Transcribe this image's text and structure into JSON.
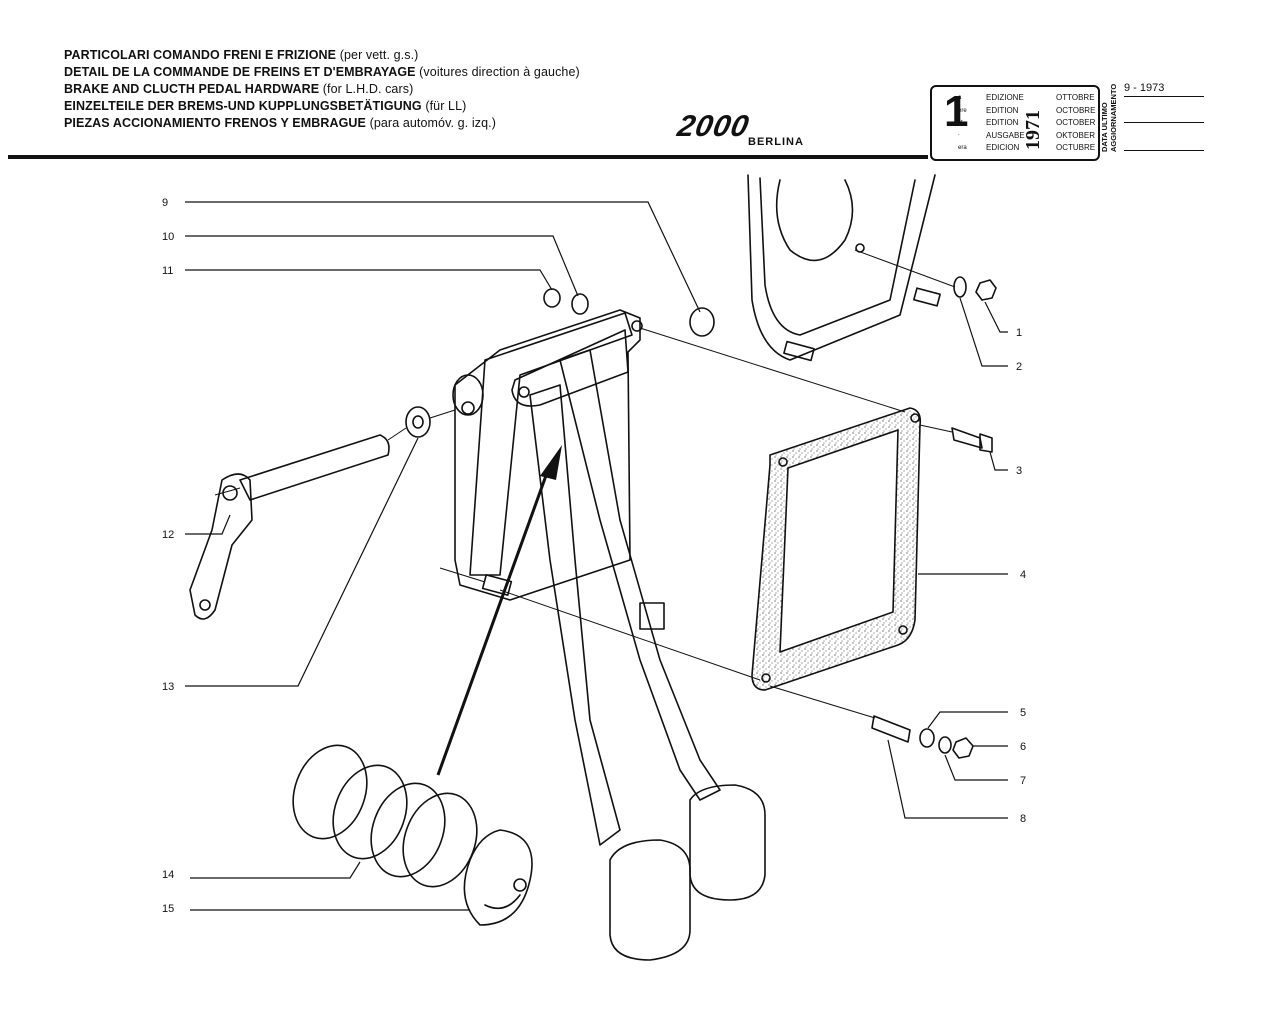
{
  "header": {
    "titles": [
      {
        "main": "PARTICOLARI COMANDO FRENI E FRIZIONE",
        "paren": "(per vett. g.s.)"
      },
      {
        "main": "DETAIL DE LA COMMANDE DE FREINS ET D'EMBRAYAGE",
        "paren": "(voitures direction à gauche)"
      },
      {
        "main": "BRAKE AND CLUCTH PEDAL HARDWARE",
        "paren": "(for L.H.D. cars)"
      },
      {
        "main": "EINZELTEILE DER BREMS-UND KUPPLUNGSBETÄTIGUNG",
        "paren": "(für LL)"
      },
      {
        "main": "PIEZAS ACCIONAMIENTO FRENOS Y EMBRAGUE",
        "paren": "(para automóv. g. izq.)"
      }
    ],
    "logo": "2000",
    "logo_sub": "BERLINA"
  },
  "edition_box": {
    "big_number": "1",
    "superscripts": [
      "a",
      "ère",
      "st",
      ".",
      "era"
    ],
    "edition_words": [
      "EDIZIONE",
      "EDITION",
      "EDITION",
      "AUSGABE",
      "EDICION"
    ],
    "year": "1971",
    "month_words": [
      "OTTOBRE",
      "OCTOBRE",
      "OCTOBER",
      "OKTOBER",
      "OCTUBRE"
    ],
    "vertical_label": [
      "DATA ULTIMO",
      "AGGIORNAMENTO"
    ],
    "last_update": "9 - 1973"
  },
  "callouts": [
    "1",
    "2",
    "3",
    "4",
    "5",
    "6",
    "7",
    "8",
    "9",
    "10",
    "11",
    "12",
    "13",
    "14",
    "15"
  ]
}
